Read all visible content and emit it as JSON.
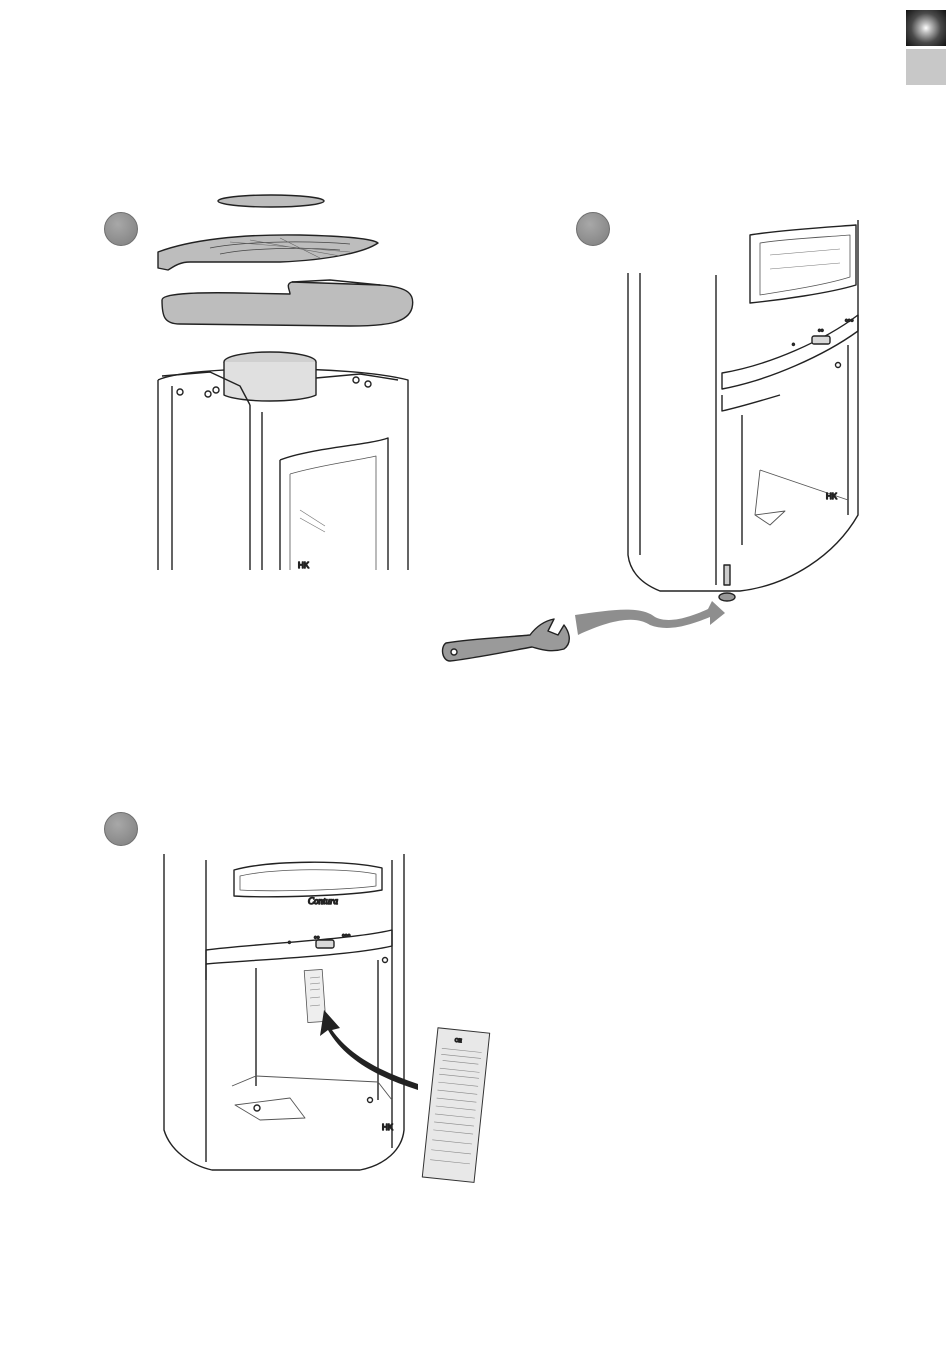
{
  "page": {
    "background": "#ffffff"
  },
  "tabs": [
    {
      "name": "language-tab-active",
      "color": "#1a1a1a"
    },
    {
      "name": "language-tab-inactive",
      "color": "#c8c8c8"
    }
  ],
  "steps": [
    {
      "id": "step-1",
      "illustration": "stove-top-plates-exploded"
    },
    {
      "id": "step-2",
      "illustration": "stove-base-leveling-wrench"
    },
    {
      "id": "step-3",
      "illustration": "stove-type-plate-location"
    }
  ],
  "labels": {
    "brand": "Contura",
    "maker_mark": "HK",
    "cert_mark": "CE"
  },
  "colors": {
    "part_fill": "#bdbdbd",
    "outline": "#222222",
    "marker": "#8f8f8f"
  }
}
